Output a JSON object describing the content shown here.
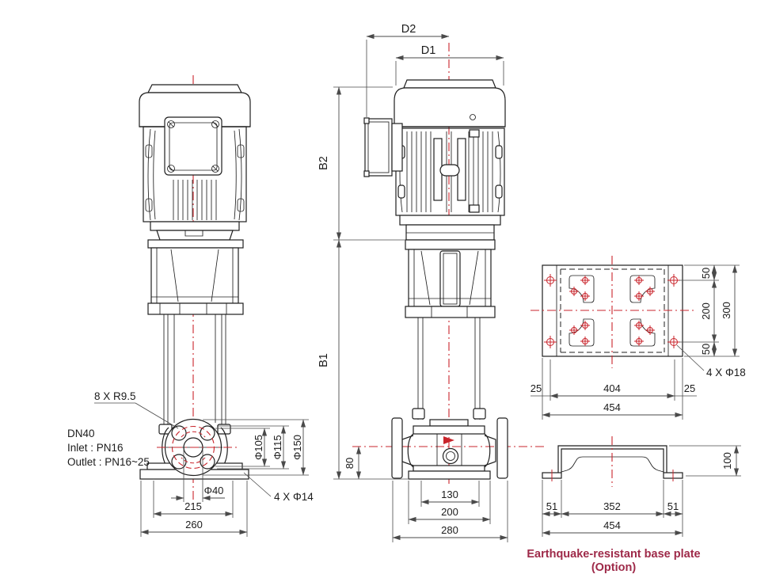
{
  "front_view": {
    "labels": {
      "flange_radius": "8 X R9.5",
      "dn": "DN40",
      "inlet": "Inlet : PN16",
      "outlet": "Outlet : PN16~25",
      "bolt_circle": "Φ105",
      "raised_face": "Φ115",
      "flange_od": "Φ150",
      "bore": "Φ40",
      "bolt_span": "215",
      "base_width": "260",
      "base_holes": "4 X Φ14"
    }
  },
  "side_view": {
    "labels": {
      "d2": "D2",
      "d1": "D1",
      "b2": "B2",
      "b1": "B1",
      "port_height": "80",
      "port_span": "130",
      "base_depth": "200",
      "overall_depth": "280"
    }
  },
  "base_plate_top": {
    "labels": {
      "edge_top": "50",
      "hole_pitch_y": "200",
      "edge_bottom": "50",
      "overall_height": "300",
      "edge_left": "25",
      "hole_pitch_x": "404",
      "edge_right": "25",
      "overall_width": "454",
      "holes": "4 X Φ18"
    }
  },
  "base_plate_side": {
    "labels": {
      "height": "100",
      "left_foot": "51",
      "span": "352",
      "right_foot": "51",
      "overall": "454"
    },
    "caption_line1": "Earthquake-resistant base plate",
    "caption_line2": "(Option)"
  },
  "colors": {
    "centerline_red": "#c9252c",
    "caption_maroon": "#9e2a49",
    "line": "#1f1f1f"
  }
}
